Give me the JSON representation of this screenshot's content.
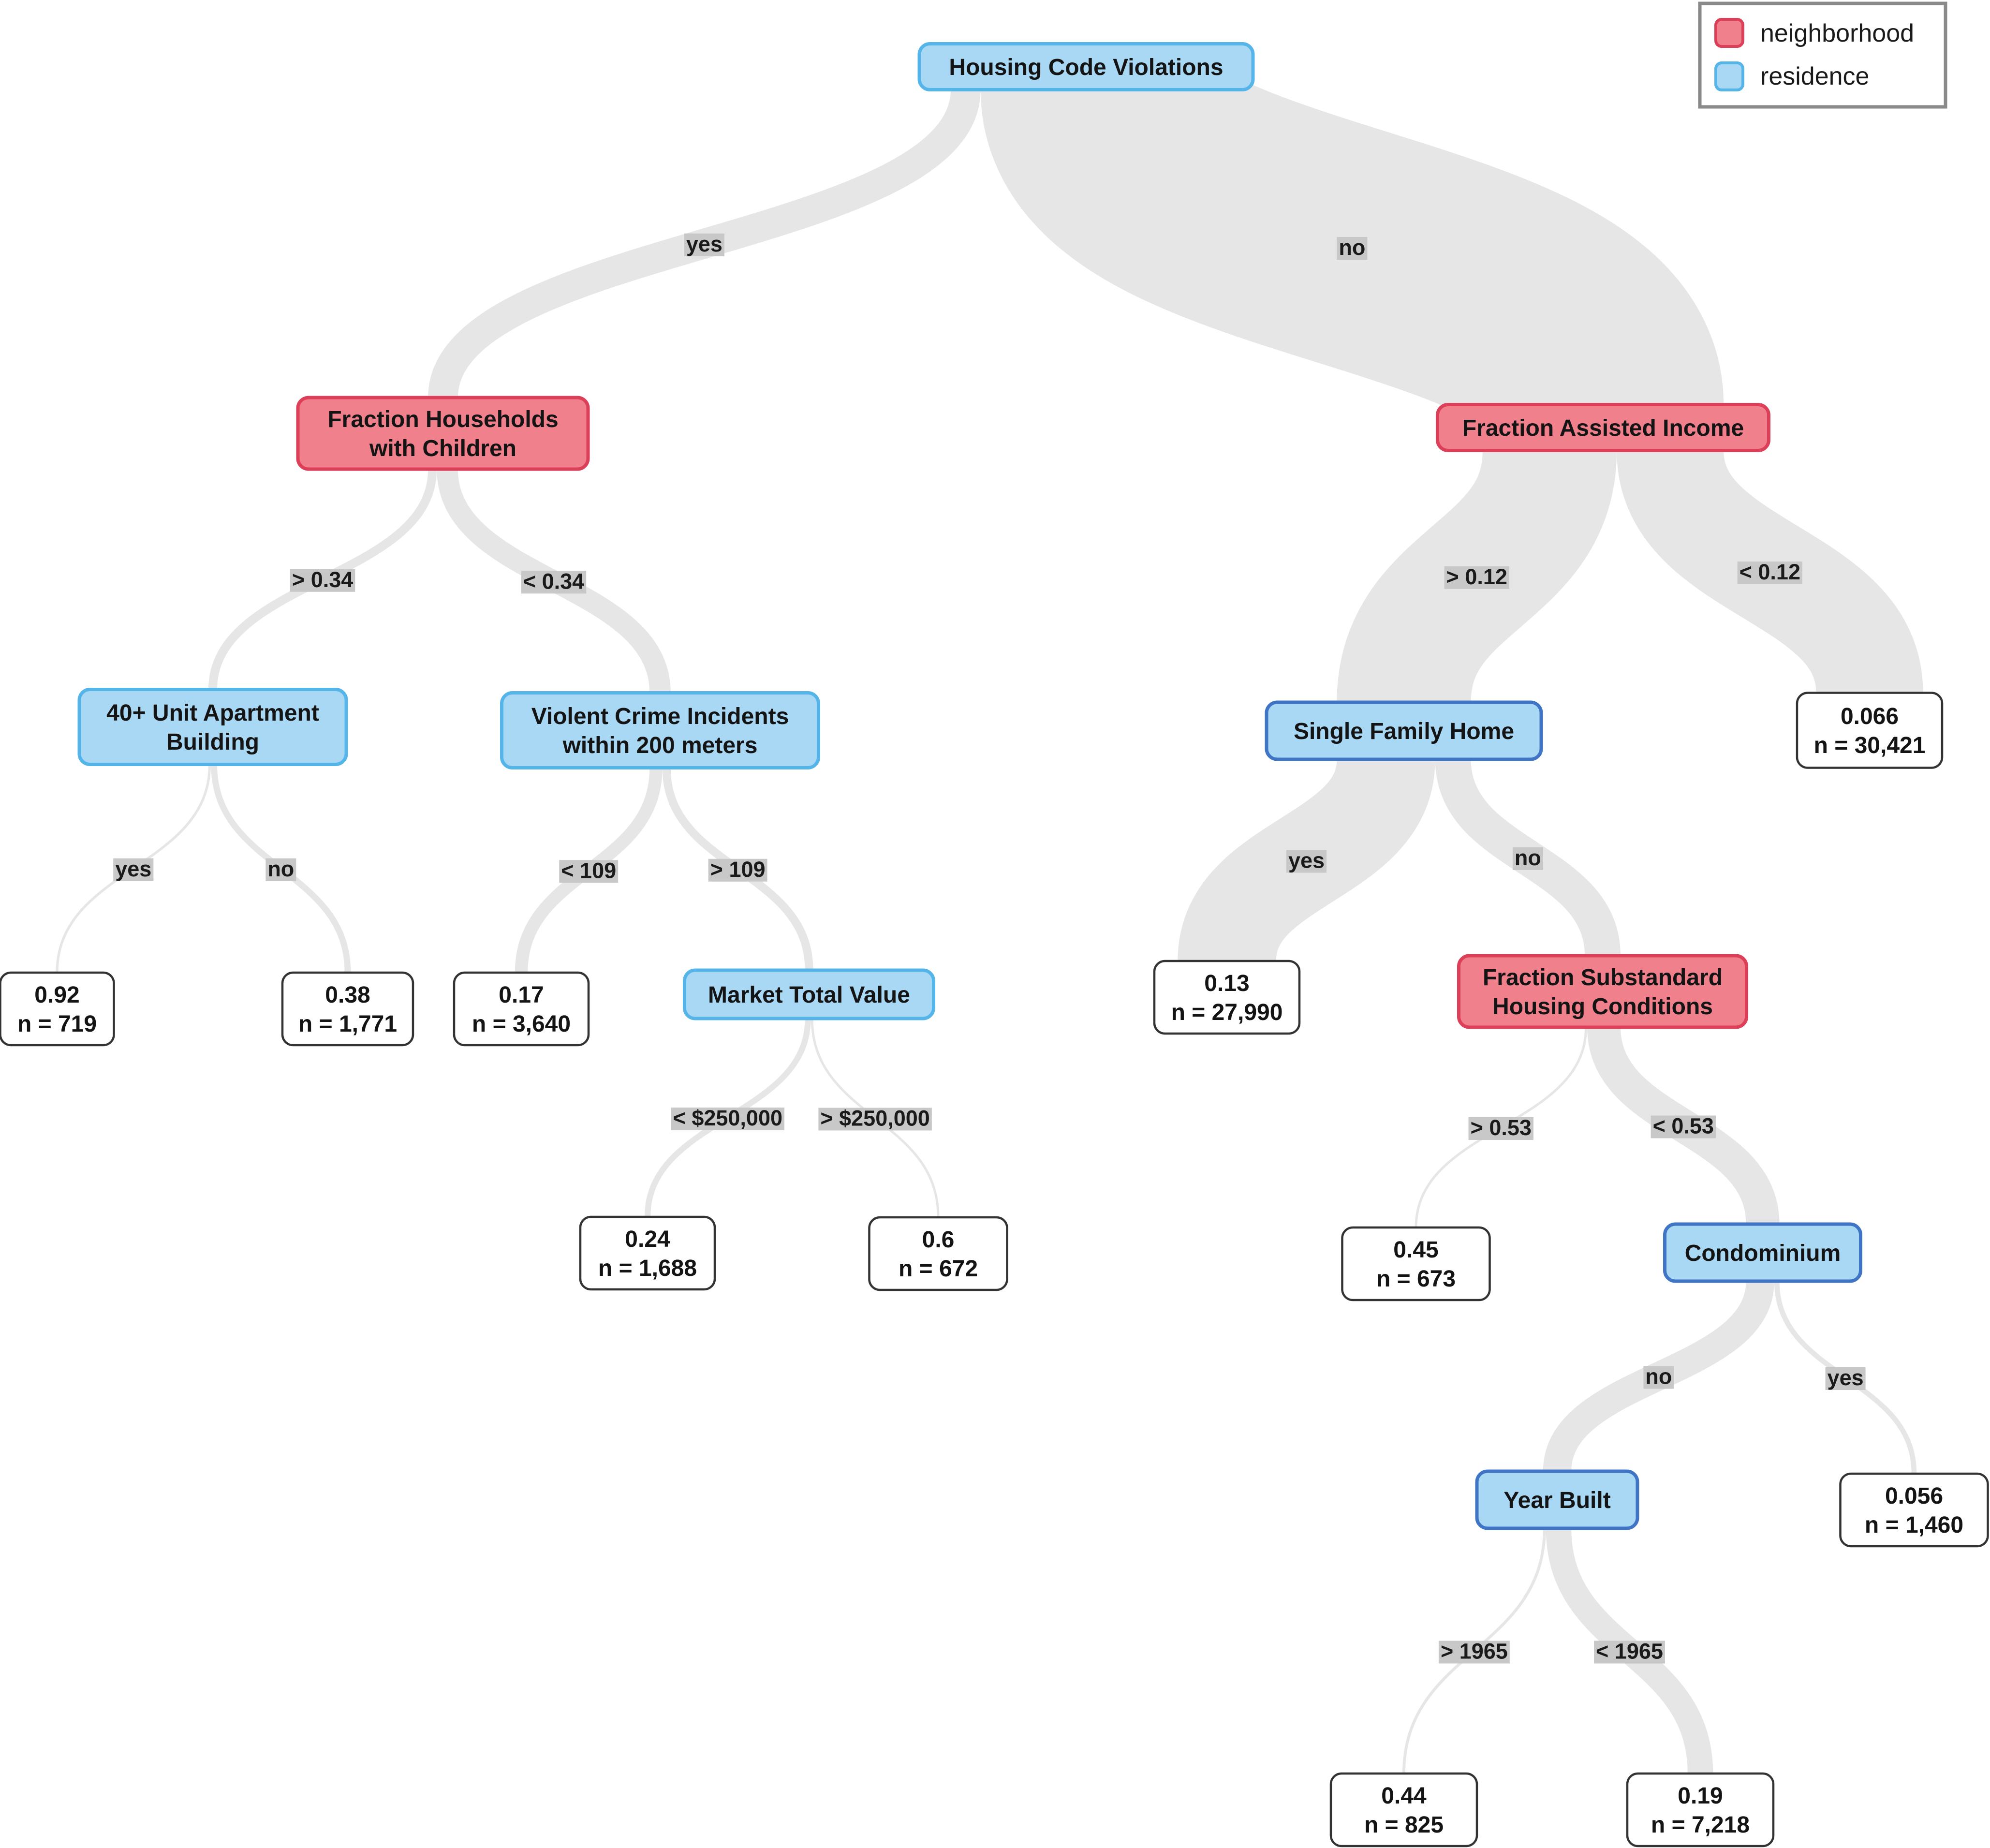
{
  "colors": {
    "neighborhood_fill": "#f0808c",
    "neighborhood_border": "#dc4058",
    "residence_fill": "#a9d8f5",
    "residence_border": "#55b4e8",
    "residence_border_dark": "#3f75c4",
    "edge": "#e6e6e6",
    "edge_label_bg": "#c8c8c8"
  },
  "legend": [
    {
      "label": "neighborhood",
      "type": "neighborhood"
    },
    {
      "label": "residence",
      "type": "residence"
    }
  ],
  "nodes": [
    {
      "id": "housing_code",
      "lines": [
        "Housing Code Violations"
      ],
      "type": "residence"
    },
    {
      "id": "frac_children",
      "lines": [
        "Fraction Households",
        "with Children"
      ],
      "type": "neighborhood"
    },
    {
      "id": "frac_assisted",
      "lines": [
        "Fraction Assisted Income"
      ],
      "type": "neighborhood"
    },
    {
      "id": "apt40",
      "lines": [
        "40+ Unit Apartment",
        "Building"
      ],
      "type": "residence"
    },
    {
      "id": "violent",
      "lines": [
        "Violent Crime Incidents",
        "within 200 meters"
      ],
      "type": "residence"
    },
    {
      "id": "single_family",
      "lines": [
        "Single Family Home"
      ],
      "type": "residence"
    },
    {
      "id": "leaf_0066",
      "lines": [
        "0.066",
        "n = 30,421"
      ],
      "type": "leaf"
    },
    {
      "id": "leaf_092",
      "lines": [
        "0.92",
        "n = 719"
      ],
      "type": "leaf"
    },
    {
      "id": "leaf_038",
      "lines": [
        "0.38",
        "n = 1,771"
      ],
      "type": "leaf"
    },
    {
      "id": "leaf_017",
      "lines": [
        "0.17",
        "n = 3,640"
      ],
      "type": "leaf"
    },
    {
      "id": "market",
      "lines": [
        "Market Total Value"
      ],
      "type": "residence"
    },
    {
      "id": "leaf_013",
      "lines": [
        "0.13",
        "n = 27,990"
      ],
      "type": "leaf"
    },
    {
      "id": "frac_substandard",
      "lines": [
        "Fraction Substandard",
        "Housing Conditions"
      ],
      "type": "neighborhood"
    },
    {
      "id": "leaf_024",
      "lines": [
        "0.24",
        "n = 1,688"
      ],
      "type": "leaf"
    },
    {
      "id": "leaf_06",
      "lines": [
        "0.6",
        "n = 672"
      ],
      "type": "leaf"
    },
    {
      "id": "leaf_045",
      "lines": [
        "0.45",
        "n = 673"
      ],
      "type": "leaf"
    },
    {
      "id": "condo",
      "lines": [
        "Condominium"
      ],
      "type": "residence"
    },
    {
      "id": "leaf_0056",
      "lines": [
        "0.056",
        "n = 1,460"
      ],
      "type": "leaf"
    },
    {
      "id": "year_built",
      "lines": [
        "Year Built"
      ],
      "type": "residence"
    },
    {
      "id": "leaf_044",
      "lines": [
        "0.44",
        "n = 825"
      ],
      "type": "leaf"
    },
    {
      "id": "leaf_019",
      "lines": [
        "0.19",
        "n = 7,218"
      ],
      "type": "leaf"
    }
  ],
  "edges": [
    {
      "from": "housing_code",
      "to": "frac_children",
      "label": "yes"
    },
    {
      "from": "housing_code",
      "to": "frac_assisted",
      "label": "no"
    },
    {
      "from": "frac_children",
      "to": "apt40",
      "label": "> 0.34"
    },
    {
      "from": "frac_children",
      "to": "violent",
      "label": "< 0.34"
    },
    {
      "from": "frac_assisted",
      "to": "single_family",
      "label": "> 0.12"
    },
    {
      "from": "frac_assisted",
      "to": "leaf_0066",
      "label": "< 0.12"
    },
    {
      "from": "apt40",
      "to": "leaf_092",
      "label": "yes"
    },
    {
      "from": "apt40",
      "to": "leaf_038",
      "label": "no"
    },
    {
      "from": "violent",
      "to": "leaf_017",
      "label": "< 109"
    },
    {
      "from": "violent",
      "to": "market",
      "label": "> 109"
    },
    {
      "from": "single_family",
      "to": "leaf_013",
      "label": "yes"
    },
    {
      "from": "single_family",
      "to": "frac_substandard",
      "label": "no"
    },
    {
      "from": "market",
      "to": "leaf_024",
      "label": "< $250,000"
    },
    {
      "from": "market",
      "to": "leaf_06",
      "label": "> $250,000"
    },
    {
      "from": "frac_substandard",
      "to": "leaf_045",
      "label": "> 0.53"
    },
    {
      "from": "frac_substandard",
      "to": "condo",
      "label": "< 0.53"
    },
    {
      "from": "condo",
      "to": "year_built",
      "label": "no"
    },
    {
      "from": "condo",
      "to": "leaf_0056",
      "label": "yes"
    },
    {
      "from": "year_built",
      "to": "leaf_044",
      "label": "> 1965"
    },
    {
      "from": "year_built",
      "to": "leaf_019",
      "label": "< 1965"
    }
  ]
}
